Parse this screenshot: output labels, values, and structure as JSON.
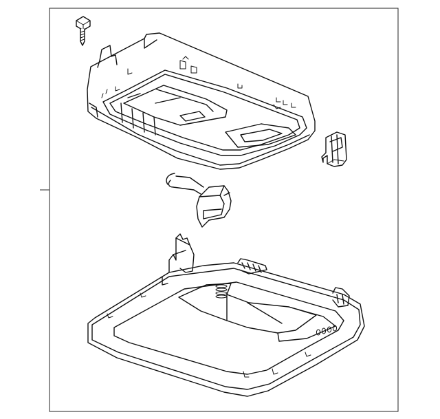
{
  "diagram": {
    "kind": "exploded-parts-drawing",
    "parts": [
      {
        "id": "screw",
        "icon": "screw-icon"
      },
      {
        "id": "overhead-console-housing",
        "icon": "console-housing-icon"
      },
      {
        "id": "retainer-clip",
        "icon": "clip-icon"
      },
      {
        "id": "wire-harness-connector",
        "icon": "connector-icon"
      },
      {
        "id": "lamp-bezel-assembly",
        "icon": "bezel-icon"
      }
    ],
    "colors": {
      "line": "#111111",
      "background": "#ffffff",
      "frame": "#222222"
    }
  }
}
